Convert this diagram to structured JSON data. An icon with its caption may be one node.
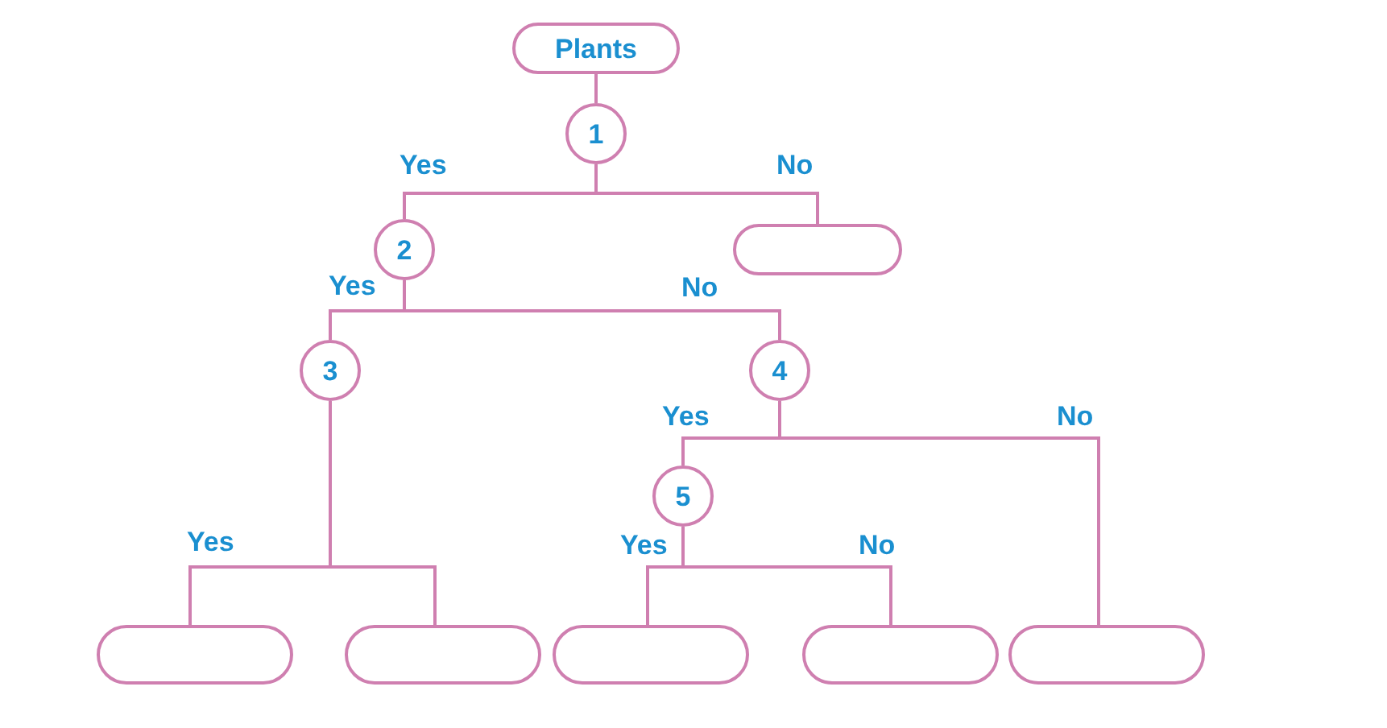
{
  "diagram": {
    "nodes": [
      {
        "text": [
          "Plants"
        ]
      },
      {
        "text": [
          "1"
        ]
      },
      {
        "text": [
          "2"
        ]
      },
      {
        "text": [],
        "shape": "box"
      },
      {
        "text": [
          "3"
        ]
      },
      {
        "text": [
          "4"
        ]
      },
      {
        "text": [
          "5"
        ]
      },
      {
        "text": [],
        "shape": "box"
      },
      {
        "text": [],
        "shape": "box"
      },
      {
        "text": [],
        "shape": "box"
      },
      {
        "text": [],
        "shape": "box"
      },
      {
        "text": [],
        "shape": "box"
      }
    ],
    "edges": [
      {
        "from": 0,
        "to": 1,
        "arrow": "none"
      },
      {
        "from": 1,
        "to": 2,
        "arrow": "none",
        "label": "Yes"
      },
      {
        "from": 1,
        "to": 3,
        "arrow": "none",
        "label": "No"
      },
      {
        "from": 2,
        "to": 4,
        "arrow": "none",
        "label": "Yes"
      },
      {
        "from": 2,
        "to": 5,
        "arrow": "none",
        "label": "No"
      },
      {
        "from": 4,
        "to": 7,
        "arrow": "none",
        "label": "Yes"
      },
      {
        "from": 4,
        "to": 8,
        "arrow": "none"
      },
      {
        "from": 5,
        "to": 6,
        "arrow": "none",
        "label": "Yes"
      },
      {
        "from": 5,
        "to": 11,
        "arrow": "none",
        "label": "No"
      },
      {
        "from": 6,
        "to": 9,
        "arrow": "none",
        "label": "Yes"
      },
      {
        "from": 6,
        "to": 10,
        "arrow": "none",
        "label": "No"
      }
    ]
  }
}
